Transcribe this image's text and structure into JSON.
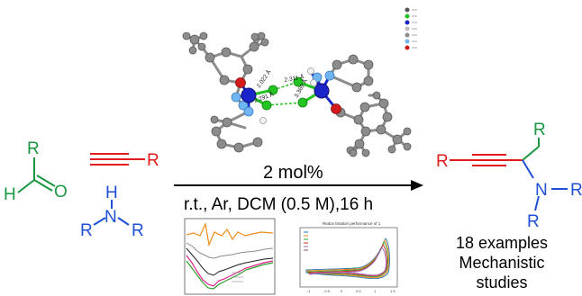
{
  "reactants": {
    "aldehyde": {
      "r": "R",
      "h": "H",
      "o": "O"
    },
    "alkyne": {
      "r": "R"
    },
    "amine": {
      "h": "H",
      "n": "N",
      "r_left": "R",
      "r_right": "R"
    }
  },
  "conditions": {
    "loading": "2 mol%",
    "details": "r.t., Ar, DCM (0.5 M),16 h"
  },
  "product": {
    "r_alkyne": "R",
    "r_top": "R",
    "n": "N",
    "r_n": "R",
    "r_bottom": "R"
  },
  "summary": {
    "line1": "18 examples",
    "line2": "Mechanistic",
    "line3": "studies"
  },
  "crystal_distances": [
    "2.022 Å",
    "2.291 Å",
    "2.311 Å",
    "3.369 Å"
  ],
  "cv_title": "Redox titration performance of 1",
  "cv_x_ticks": [
    "-1",
    "-0.5",
    "0",
    "0.5",
    "1",
    "1.5"
  ],
  "colors": {
    "aldehyde": "#1a9641",
    "alkyne": "#e31a1c",
    "amine": "#1f4fd6",
    "atom_c": "#8c8c8c",
    "atom_cu": "#1a24c8",
    "atom_n": "#6fb6f0",
    "atom_o": "#d11b1b",
    "atom_cl": "#22c422"
  }
}
